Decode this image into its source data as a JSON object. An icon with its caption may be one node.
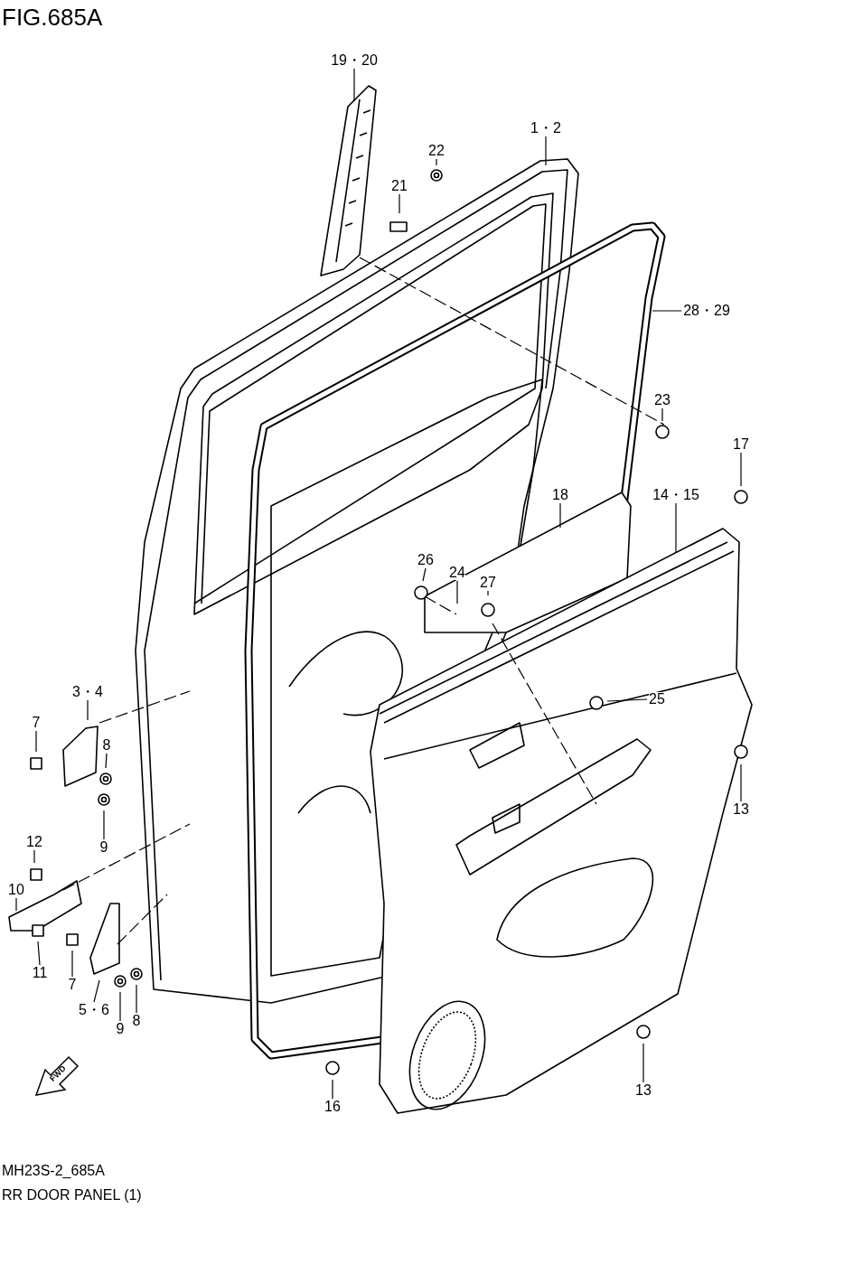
{
  "diagram": {
    "title": "FIG.685A",
    "caption": "RR DOOR PANEL (1)",
    "nodes": [
      {
        "text": [
          "19・20"
        ]
      },
      {
        "text": [
          "1・2"
        ]
      },
      {
        "text": [
          "22"
        ]
      },
      {
        "text": [
          "21"
        ]
      },
      {
        "text": [
          "28・29"
        ]
      },
      {
        "text": [
          "23"
        ]
      },
      {
        "text": [
          "17"
        ]
      },
      {
        "text": [
          "18"
        ]
      },
      {
        "text": [
          "14・15"
        ]
      },
      {
        "text": [
          "26"
        ]
      },
      {
        "text": [
          "24"
        ]
      },
      {
        "text": [
          "27"
        ]
      },
      {
        "text": [
          "25"
        ]
      },
      {
        "text": [
          "3・4"
        ]
      },
      {
        "text": [
          "7"
        ]
      },
      {
        "text": [
          "8"
        ]
      },
      {
        "text": [
          "9"
        ]
      },
      {
        "text": [
          "13"
        ]
      },
      {
        "text": [
          "12"
        ]
      },
      {
        "text": [
          "10"
        ]
      },
      {
        "text": [
          "11"
        ]
      },
      {
        "text": [
          "7"
        ]
      },
      {
        "text": [
          "5・6"
        ]
      },
      {
        "text": [
          "9"
        ]
      },
      {
        "text": [
          "8"
        ]
      },
      {
        "text": [
          "13"
        ]
      },
      {
        "text": [
          "16"
        ]
      }
    ],
    "edges": [
      {
        "from": 0,
        "to": null,
        "arrow": "none"
      },
      {
        "from": 1,
        "to": null,
        "arrow": "none"
      },
      {
        "from": 2,
        "to": null,
        "arrow": "none"
      },
      {
        "from": 3,
        "to": null,
        "arrow": "none"
      },
      {
        "from": 4,
        "to": null,
        "arrow": "none"
      },
      {
        "from": 5,
        "to": null,
        "arrow": "none"
      },
      {
        "from": 6,
        "to": null,
        "arrow": "none"
      },
      {
        "from": 7,
        "to": null,
        "arrow": "none"
      },
      {
        "from": 8,
        "to": null,
        "arrow": "none"
      },
      {
        "from": 9,
        "to": null,
        "arrow": "none"
      },
      {
        "from": 10,
        "to": null,
        "arrow": "none"
      },
      {
        "from": 11,
        "to": null,
        "arrow": "none"
      },
      {
        "from": 12,
        "to": null,
        "arrow": "none"
      },
      {
        "from": 13,
        "to": null,
        "arrow": "none"
      },
      {
        "from": 14,
        "to": null,
        "arrow": "none"
      },
      {
        "from": 15,
        "to": null,
        "arrow": "none"
      },
      {
        "from": 16,
        "to": null,
        "arrow": "none"
      },
      {
        "from": 17,
        "to": null,
        "arrow": "none"
      },
      {
        "from": 18,
        "to": null,
        "arrow": "none"
      },
      {
        "from": 19,
        "to": null,
        "arrow": "none"
      },
      {
        "from": 20,
        "to": null,
        "arrow": "none"
      },
      {
        "from": 21,
        "to": null,
        "arrow": "none"
      },
      {
        "from": 22,
        "to": null,
        "arrow": "none"
      },
      {
        "from": 23,
        "to": null,
        "arrow": "none"
      },
      {
        "from": 24,
        "to": null,
        "arrow": "none"
      },
      {
        "from": 25,
        "to": null,
        "arrow": "none"
      },
      {
        "from": 26,
        "to": null,
        "arrow": "none"
      }
    ],
    "labels": [
      "FWD",
      "MH23S-2_685A"
    ]
  }
}
